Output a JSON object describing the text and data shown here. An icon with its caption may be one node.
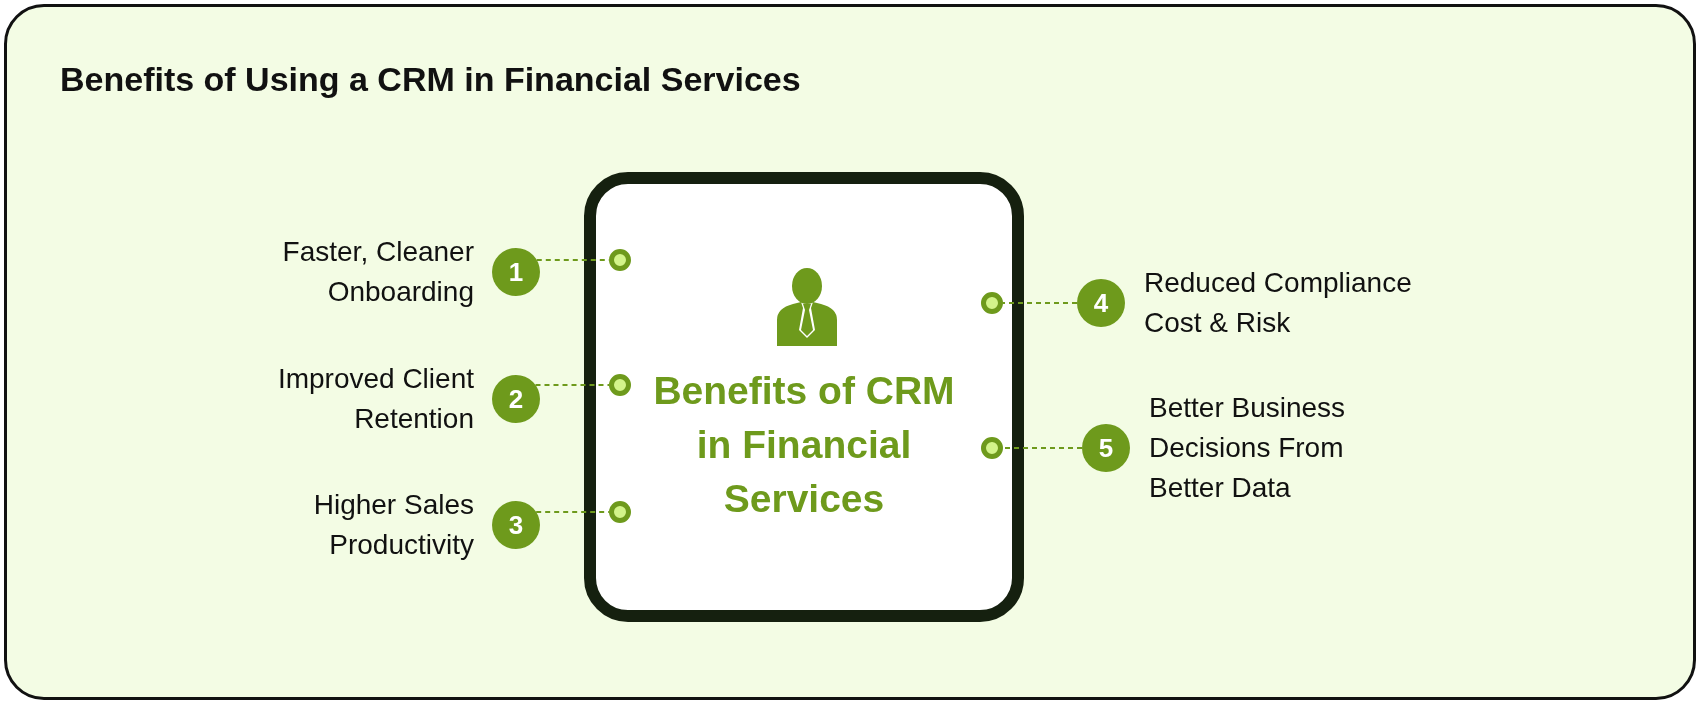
{
  "diagram": {
    "title": "Benefits of Using a CRM in Financial Services",
    "nodes": [
      {
        "text": [
          "Benefits of CRM in Financial Services"
        ]
      },
      {
        "text": [],
        "shape": "circle",
        "in": 0
      },
      {
        "text": [],
        "shape": "circle",
        "in": 0
      },
      {
        "text": [],
        "shape": "circle",
        "in": 0
      },
      {
        "text": [],
        "shape": "circle",
        "in": 0
      },
      {
        "text": [],
        "shape": "circle",
        "in": 0
      },
      {
        "text": [
          "1"
        ],
        "beside": [
          "Faster, Cleaner Onboarding"
        ]
      },
      {
        "text": [
          "2"
        ],
        "beside": [
          "Improved Client Retention"
        ]
      },
      {
        "text": [
          "3"
        ],
        "beside": [
          "Higher Sales Productivity"
        ]
      },
      {
        "text": [
          "4"
        ],
        "beside": [
          "Reduced Compliance Cost & Risk"
        ]
      },
      {
        "text": [
          "5"
        ],
        "beside": [
          "Better Business Decisions From Better Data"
        ]
      }
    ],
    "edges": [
      {
        "from": 6,
        "to": 1,
        "arrow": "none",
        "style": "dashed"
      },
      {
        "from": 7,
        "to": 2,
        "arrow": "none",
        "style": "dashed"
      },
      {
        "from": 8,
        "to": 3,
        "arrow": "none",
        "style": "dashed"
      },
      {
        "from": 9,
        "to": 4,
        "arrow": "none",
        "style": "dashed"
      },
      {
        "from": 10,
        "to": 5,
        "arrow": "none",
        "style": "dashed"
      }
    ]
  }
}
